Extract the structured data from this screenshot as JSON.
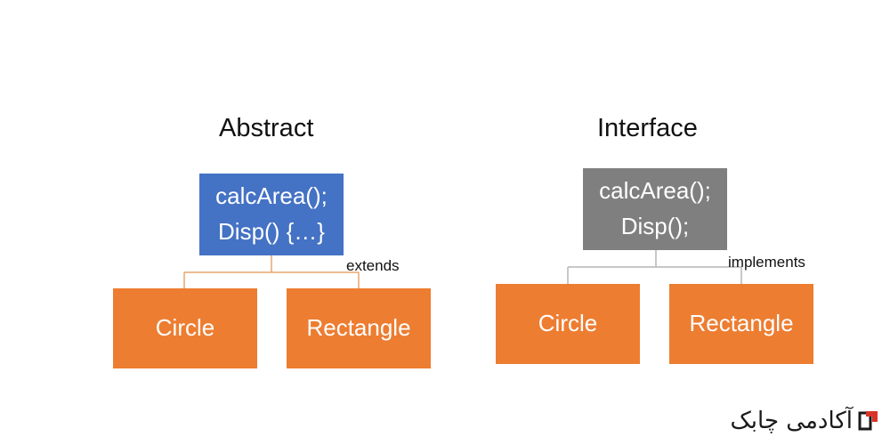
{
  "colors": {
    "abstract_parent": "#4472c4",
    "interface_parent": "#7f7f7f",
    "child": "#ed7d31",
    "abstract_connector": "#e8a56f",
    "interface_connector": "#b5b5b5",
    "logo_red": "#d9342b"
  },
  "abstract": {
    "title": "Abstract",
    "parent": {
      "line1": "calcArea();",
      "line2": "Disp() {…}"
    },
    "relation": "extends",
    "children": [
      "Circle",
      "Rectangle"
    ]
  },
  "interface": {
    "title": "Interface",
    "parent": {
      "line1": "calcArea();",
      "line2": "Disp();"
    },
    "relation": "implements",
    "children": [
      "Circle",
      "Rectangle"
    ]
  },
  "logo": {
    "text": "آکادمی چابک",
    "icon": "chabok-logo-icon"
  }
}
